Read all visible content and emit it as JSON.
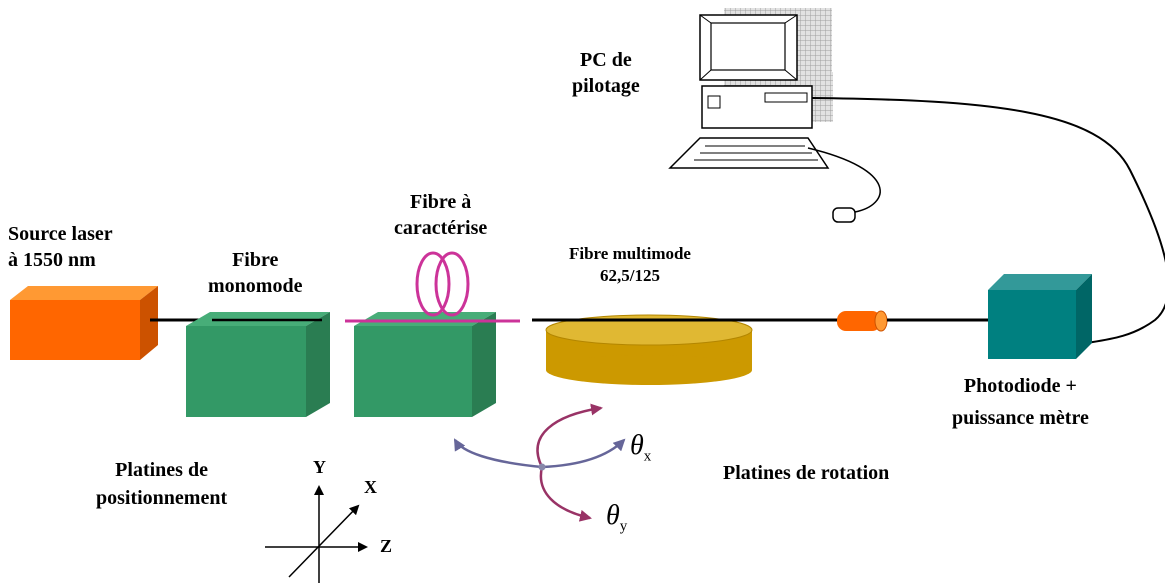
{
  "labels": {
    "pc": [
      "PC de",
      "pilotage"
    ],
    "source": [
      "Source laser",
      "à 1550 nm"
    ],
    "fibre_mono": [
      "Fibre",
      "monomode"
    ],
    "fibre_carac": [
      "Fibre à",
      "caractérise"
    ],
    "fibre_multi": [
      "Fibre multimode",
      "62,5/125"
    ],
    "photodiode": [
      "Photodiode +",
      "puissance mètre"
    ],
    "platines_pos": [
      "Platines de",
      "positionnement"
    ],
    "platines_rot": "Platines de rotation",
    "theta_x": {
      "symbol": "θ",
      "sub": "x"
    },
    "theta_y": {
      "symbol": "θ",
      "sub": "y"
    },
    "axis_x": "X",
    "axis_y": "Y",
    "axis_z": "Z"
  },
  "icons": [
    "computer-icon",
    "laser-box",
    "stage-box",
    "fiber-coil",
    "rotation-disc",
    "connector",
    "photodiode-box",
    "axes-icon",
    "rotation-arrows"
  ],
  "colors": {
    "laser": "#ff6600",
    "stage": "#339966",
    "coil": "#cc3399",
    "disc": "#cc9900",
    "connector": "#ff6600",
    "photodiode": "#008080",
    "arrow_x": "#666699",
    "arrow_y": "#993366"
  }
}
